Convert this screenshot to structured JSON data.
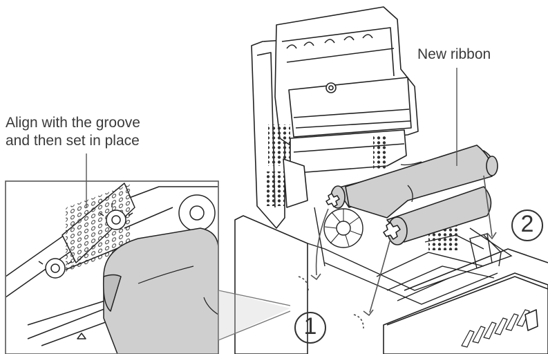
{
  "labels": {
    "new_ribbon": "New ribbon",
    "align_line1": "Align with the groove",
    "align_line2": "and then set in place"
  },
  "steps": {
    "one": "1",
    "two": "2"
  },
  "colors": {
    "ribbon": "#cfcfcf",
    "outline": "#222222",
    "background": "#ffffff"
  }
}
